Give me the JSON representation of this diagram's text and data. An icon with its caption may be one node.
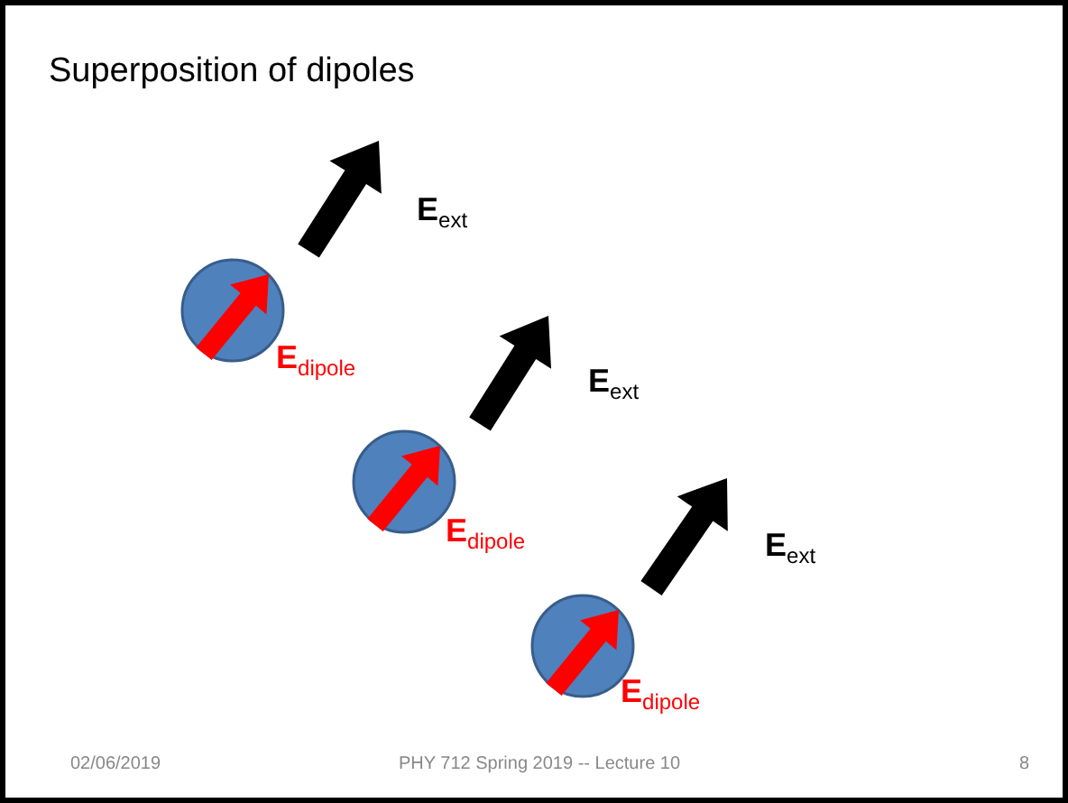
{
  "diagram": {
    "title": "Superposition of dipoles",
    "labels": [
      "**E**$_{ext}$",
      "**E**$_{ext}$",
      "**E**$_{ext}$",
      "**E**$_{dipole}$",
      "**E**$_{dipole}$",
      "**E**$_{dipole}$",
      "02/06/2019",
      "PHY 712  Spring 2019 -- Lecture 10",
      "8"
    ]
  }
}
